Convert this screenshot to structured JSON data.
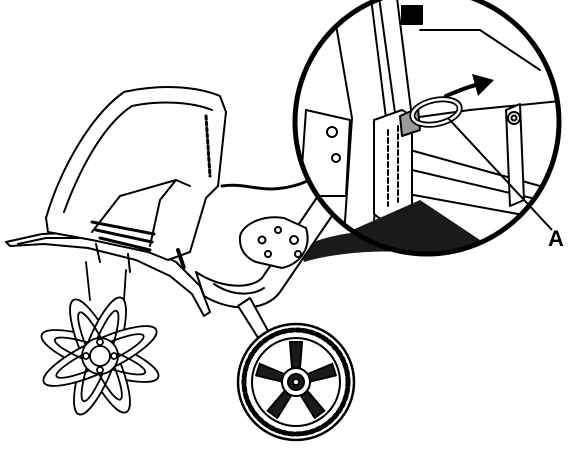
{
  "diagram": {
    "callouts": [
      {
        "id": "A",
        "label": "A"
      }
    ],
    "colors": {
      "line": "#000000",
      "fill": "#ffffff",
      "shadow": "#1a1a1a",
      "highlight": "#9a9a9a"
    },
    "parts": [
      "engine-cover",
      "tine-assembly",
      "transport-wheel",
      "handle-frame",
      "magnified-detail",
      "quick-release-pin",
      "direction-arrow"
    ]
  }
}
